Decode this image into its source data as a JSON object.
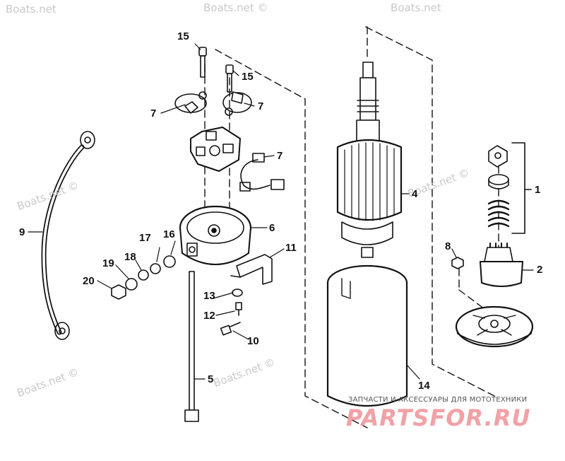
{
  "watermarks": [
    "Boats.net",
    "Boats.net ©",
    "Boats.net",
    "Boats.net ©",
    "Boats.net ©",
    "Boats.net ©",
    "Boats.net ©"
  ],
  "callouts": [
    "1",
    "2",
    "4",
    "5",
    "6",
    "7",
    "7",
    "7",
    "8",
    "9",
    "10",
    "11",
    "12",
    "13",
    "14",
    "15",
    "15",
    "16",
    "17",
    "18",
    "19",
    "20"
  ],
  "shop": {
    "tagline": "ЗАПЧАСТИ И АКСЕССУАРЫ ДЛЯ МОТОТЕХНИКИ",
    "logo": "PARTSFOR.RU"
  },
  "colors": {
    "line": "#111111",
    "watermark": "#c9c9c9",
    "logo": "#f2a1a6"
  }
}
